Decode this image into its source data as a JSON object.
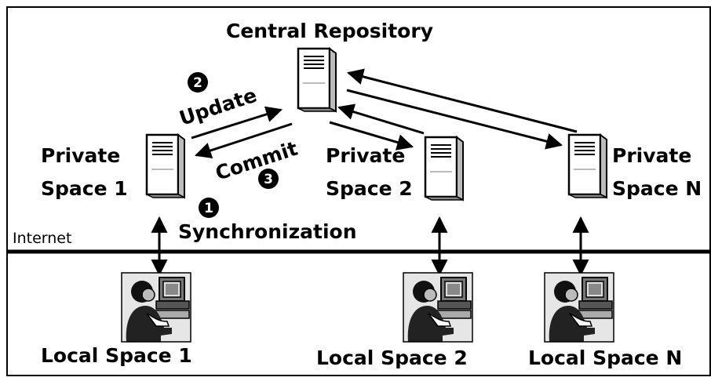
{
  "title": "Central Repository",
  "actions": {
    "update": "Update",
    "commit": "Commit",
    "synchronization": "Synchronization",
    "update_step": "2",
    "commit_step": "3",
    "sync_step": "1"
  },
  "network_label": "Internet",
  "private_spaces": [
    {
      "line1": "Private",
      "line2": "Space 1"
    },
    {
      "line1": "Private",
      "line2": "Space 2"
    },
    {
      "line1": "Private",
      "line2": "Space N"
    }
  ],
  "local_spaces": [
    {
      "label": "Local Space 1"
    },
    {
      "label": "Local Space 2"
    },
    {
      "label": "Local Space N"
    }
  ]
}
